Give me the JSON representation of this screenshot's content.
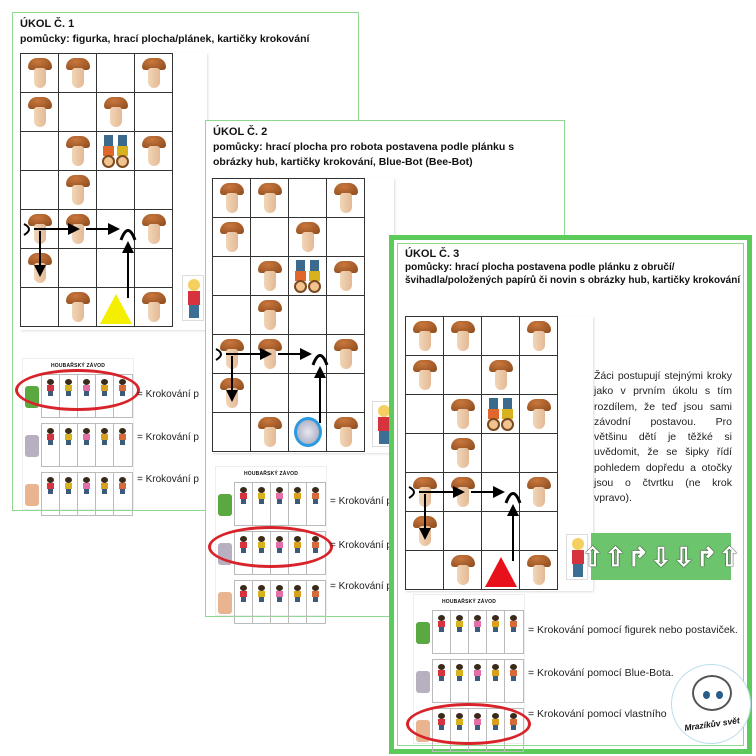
{
  "board": {
    "rows": [
      [
        "mushroom",
        "mushroom",
        "",
        "mushroom"
      ],
      [
        "mushroom",
        "",
        "mushroom",
        ""
      ],
      [
        "",
        "mushroom",
        "kids",
        "mushroom"
      ],
      [
        "",
        "mushroom",
        "",
        ""
      ],
      [
        "mushroom",
        "mushroom",
        "",
        "mushroom"
      ],
      [
        "mushroom",
        "",
        "",
        ""
      ],
      [
        "",
        "mushroom",
        "figure",
        "mushroom"
      ]
    ]
  },
  "cards_panel": {
    "title": "HOUBAŘSKÝ ZÁVOD",
    "rows": [
      {
        "icon": "game-board-icon",
        "color": "#5aa840"
      },
      {
        "icon": "blue-bot-icon",
        "color": "#b8b0c0"
      },
      {
        "icon": "feet-icon",
        "color": "#e8b590"
      }
    ],
    "kid_colors": [
      "#d6333f",
      "#d8b21c",
      "#e46fa8",
      "#d8a01c",
      "#d86a3a"
    ]
  },
  "task1": {
    "title": "ÚKOL Č. 1",
    "aids": "pomůcky: figurka, hrací plocha/plánek, kartičky krokování",
    "figure_color": "#f4ee00",
    "labels": [
      "= Krokování p",
      "= Krokování p",
      "= Krokování p"
    ]
  },
  "task2": {
    "title": "ÚKOL Č. 2",
    "aids": "pomůcky: hrací plocha pro robota postavena podle plánku s obrázky hub, kartičky krokování, Blue-Bot (Bee-Bot)",
    "labels": [
      "= Krokování p",
      "= Krokování p",
      "= Krokování p"
    ]
  },
  "task3": {
    "title": "ÚKOL Č. 3",
    "aids": "pomůcky: hrací plocha postavena podle plánku z obručí/švihadla/položených papírů či novin s obrázky hub, kartičky krokování",
    "figure_color": "#e8101a",
    "description": "Žáci postupují stejnými kroky jako v prvním úkolu s tím rozdílem, že teď jsou sami závodní postavou. Pro většinu dětí je těžké si uvědomit, že se šipky řídí pohledem dopředu a otočky jsou o čtvrtku (ne krok vpravo).",
    "arrow_sequence": [
      "up",
      "up",
      "turn-right",
      "down",
      "down",
      "turn-right",
      "up"
    ],
    "labels": [
      "= Krokování pomocí figurek nebo postaviček.",
      "= Krokování pomocí Blue-Bota.",
      "= Krokování pomocí vlastního"
    ]
  },
  "logo": {
    "text": "Mrazíkův svět"
  },
  "colors": {
    "border": "#8fd88f",
    "frame": "#5ccb5c",
    "highlight_oval": "#d8232a"
  }
}
